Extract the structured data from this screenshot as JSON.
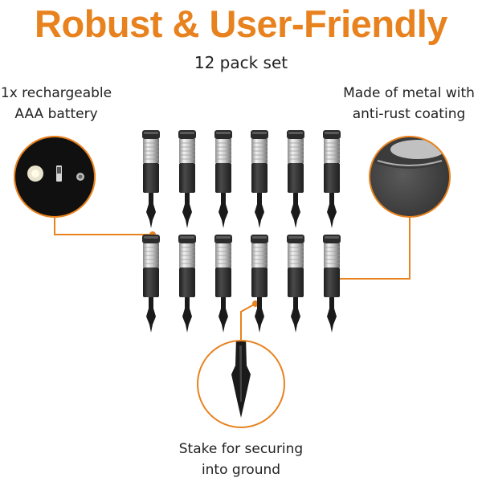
{
  "header": {
    "title": "Robust & User-Friendly",
    "subtitle": "12 pack set"
  },
  "callouts": {
    "battery": {
      "line1": "1x rechargeable",
      "line2": "AAA battery"
    },
    "metal": {
      "line1": "Made of metal with",
      "line2": "anti-rust coating"
    },
    "stake": {
      "line1": "Stake for securing",
      "line2": "into ground"
    }
  },
  "product": {
    "rows": 2,
    "columns": 6
  },
  "colors": {
    "accent": "#E8821F",
    "text": "#222222",
    "light_body": "#2E2E2E",
    "light_stake": "#1A1A1A"
  }
}
